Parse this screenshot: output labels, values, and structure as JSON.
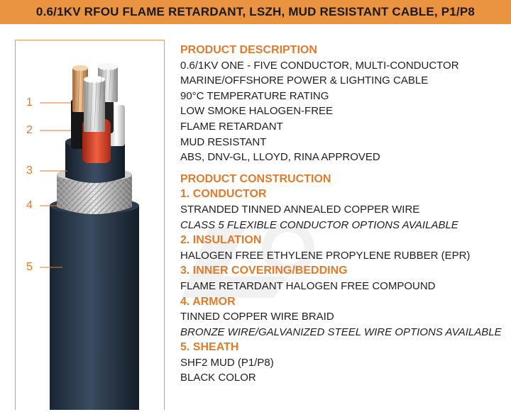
{
  "title": "0.6/1KV RFOU FLAME RETARDANT, LSZH, MUD RESISTANT CABLE, P1/P8",
  "callouts": [
    "1",
    "2",
    "3",
    "4",
    "5"
  ],
  "colors": {
    "accent": "#e07b2c",
    "title_bar": "#ea9340",
    "sheath": "#263445",
    "copper": "#d9a36a",
    "red_insulation": "#d8402a"
  },
  "description": {
    "heading": "PRODUCT DESCRIPTION",
    "lines": [
      "0.6/1KV ONE - FIVE CONDUCTOR, MULTI-CONDUCTOR",
      "MARINE/OFFSHORE POWER & LIGHTING CABLE",
      "90°C TEMPERATURE RATING",
      "LOW SMOKE HALOGEN-FREE",
      "FLAME RETARDANT",
      "MUD RESISTANT",
      "ABS, DNV-GL, LLOYD, RINA APPROVED"
    ]
  },
  "construction": {
    "heading": "PRODUCT CONSTRUCTION",
    "sections": [
      {
        "title": "1. CONDUCTOR",
        "lines": [
          "STRANDED TINNED ANNEALED COPPER WIRE"
        ],
        "italic": [
          "CLASS 5 FLEXIBLE CONDUCTOR OPTIONS AVAILABLE"
        ]
      },
      {
        "title": "2. INSULATION",
        "lines": [
          "HALOGEN FREE ETHYLENE PROPYLENE RUBBER (EPR)"
        ],
        "italic": []
      },
      {
        "title": "3. INNER COVERING/BEDDING",
        "lines": [
          "FLAME RETARDANT HALOGEN FREE COMPOUND"
        ],
        "italic": []
      },
      {
        "title": "4. ARMOR",
        "lines": [
          "TINNED COPPER WIRE BRAID"
        ],
        "italic": [
          "BRONZE WIRE/GALVANIZED STEEL WIRE OPTIONS AVAILABLE"
        ]
      },
      {
        "title": "5. SHEATH",
        "lines": [
          "SHF2 MUD (P1/P8)",
          "BLACK COLOR"
        ],
        "italic": []
      }
    ]
  }
}
